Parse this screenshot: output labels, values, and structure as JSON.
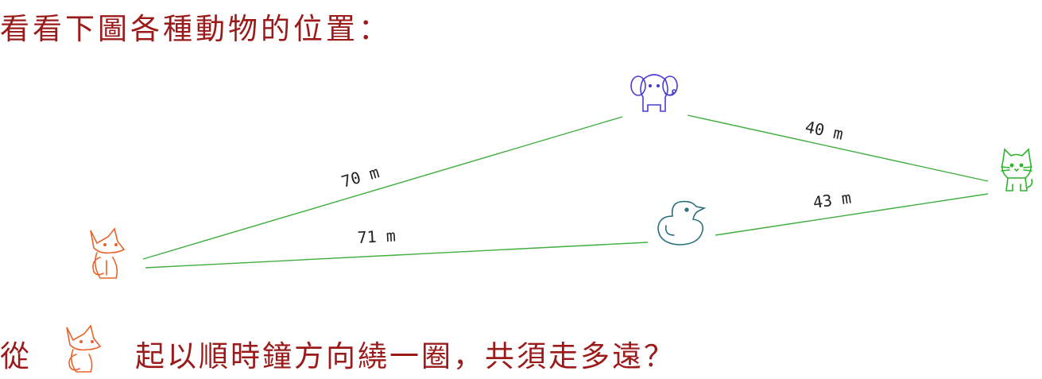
{
  "title": "看看下圖各種動物的位置：",
  "question": {
    "prefix": "從",
    "suffix": "起以順時鐘方向繞一圈，共須走多遠？"
  },
  "animals": [
    {
      "id": "fox",
      "icon": "fox-icon",
      "color": "#e8642c"
    },
    {
      "id": "elephant",
      "icon": "elephant-icon",
      "color": "#4a3fd0"
    },
    {
      "id": "cat",
      "icon": "cat-icon",
      "color": "#2bb52b"
    },
    {
      "id": "duck",
      "icon": "duck-icon",
      "color": "#2a6f7f"
    }
  ],
  "edges": [
    {
      "from": "fox",
      "to": "elephant",
      "label": "70 m"
    },
    {
      "from": "elephant",
      "to": "cat",
      "label": "40 m"
    },
    {
      "from": "duck",
      "to": "cat",
      "label": "43 m"
    },
    {
      "from": "fox",
      "to": "duck",
      "label": "71 m"
    }
  ],
  "colors": {
    "title": "#9b1b1b",
    "line": "#3fae3f"
  }
}
